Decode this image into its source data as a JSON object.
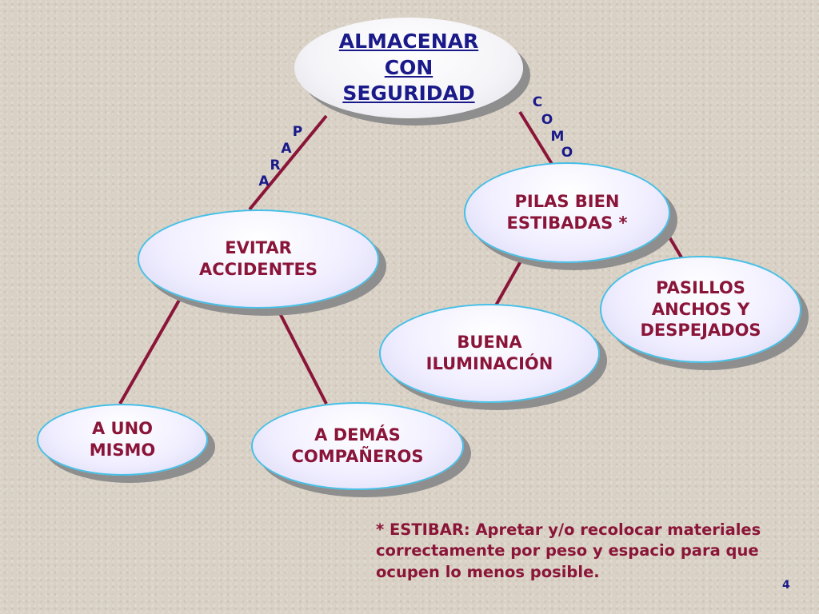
{
  "nodes": {
    "root": "ALMACENAR\nCON\nSEGURIDAD",
    "evitar": "EVITAR\nACCIDENTES",
    "pilas": "PILAS BIEN\nESTIBADAS *",
    "pasillos": "PASILLOS\nANCHOS Y\nDESPEJADOS",
    "buena": "BUENA\nILUMINACIÓN",
    "uno": "A UNO\nMISMO",
    "demas": "A DEMÁS\nCOMPAÑEROS"
  },
  "edge_labels": {
    "para": [
      "P",
      "A",
      "R",
      "A"
    ],
    "como": [
      "C",
      "O",
      "M",
      "O"
    ]
  },
  "footnote": "* ESTIBAR: Apretar y/o recolocar materiales correctamente por peso y espacio para que ocupen lo menos posible.",
  "page_number": "4",
  "colors": {
    "node_text": "#8a1538",
    "title_text": "#1a1a8a",
    "connector": "#8a1538",
    "node_border": "#46c0e6",
    "background": "#d9d1c5"
  }
}
